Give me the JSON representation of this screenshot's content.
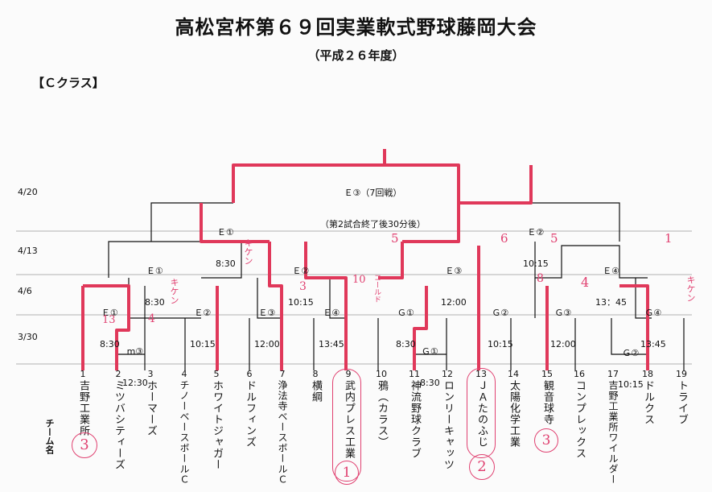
{
  "header": {
    "title": "高松宮杯第６９回実業軟式野球藤岡大会",
    "subtitle": "（平成２６年度）",
    "class_label": "【Ｃクラス】"
  },
  "dates": [
    "4/20",
    "4/13",
    "4/6",
    "3/30"
  ],
  "team_header": "チーム名",
  "teams": [
    {
      "no": "1",
      "name": "吉野工業所"
    },
    {
      "no": "2",
      "name": "ミツバシティーズ"
    },
    {
      "no": "3",
      "name": "ホーマーズ"
    },
    {
      "no": "4",
      "name": "チノーベースボールＣ"
    },
    {
      "no": "5",
      "name": "ホワイトジャガー"
    },
    {
      "no": "6",
      "name": "ドルフィンズ"
    },
    {
      "no": "7",
      "name": "浄法寺ベースボールＣ"
    },
    {
      "no": "8",
      "name": "横綱"
    },
    {
      "no": "9",
      "name": "武内プレス工業"
    },
    {
      "no": "10",
      "name": "鴉（カラス）"
    },
    {
      "no": "11",
      "name": "神流野球クラブ"
    },
    {
      "no": "12",
      "name": "ロンリーキャッツ"
    },
    {
      "no": "13",
      "name": "ＪＡたのふじ"
    },
    {
      "no": "14",
      "name": "太陽化学工業"
    },
    {
      "no": "15",
      "name": "観音球寺"
    },
    {
      "no": "16",
      "name": "コンプレックス"
    },
    {
      "no": "17",
      "name": "吉野工業所ワイルダー"
    },
    {
      "no": "18",
      "name": "ドルクス"
    },
    {
      "no": "19",
      "name": "トライブ"
    }
  ],
  "matches": {
    "final": {
      "code": "Ｅ③（7回戦）",
      "note": "（第2試合終了後30分後）"
    },
    "semi_left": {
      "code": "Ｅ①",
      "time": "8:30"
    },
    "semi_right": {
      "code": "Ｅ②",
      "time": "10:15"
    },
    "qf1": {
      "code": "Ｅ①",
      "time": "8:30"
    },
    "qf2": {
      "code": "Ｅ②",
      "time": "10:15"
    },
    "qf3": {
      "code": "Ｅ③",
      "time": "12:00"
    },
    "qf4": {
      "code": "Ｅ④",
      "time": "13：45"
    },
    "r16a": {
      "code": "Ｅ①",
      "time": "8:30"
    },
    "r16b": {
      "code": "Ｅ②",
      "time": "10:15"
    },
    "r16c": {
      "code": "Ｅ③",
      "time": "12:00"
    },
    "r16d": {
      "code": "Ｅ④",
      "time": "13:45"
    },
    "r16e": {
      "code": "Ｇ①",
      "time": "8:30"
    },
    "r16f": {
      "code": "Ｇ②",
      "time": "10:15"
    },
    "r16g": {
      "code": "Ｇ③",
      "time": "12:00"
    },
    "r16h": {
      "code": "Ｇ④",
      "time": "13:45"
    },
    "pre1": {
      "code": "m③",
      "time": "12:30"
    },
    "pre2": {
      "code": "Ｇ①",
      "time": "8:30"
    },
    "pre3": {
      "code": "Ｇ②",
      "time": "10:15"
    }
  },
  "handwritten": {
    "scores": [
      "13",
      "4",
      "キケン",
      "キケン",
      "3",
      "10",
      "コールド",
      "5",
      "6",
      "5",
      "1",
      "8",
      "4",
      "キケン"
    ],
    "ranks": [
      "3",
      "1",
      "2",
      "3"
    ]
  },
  "colors": {
    "bracket": "#111111",
    "winner": "#e0385a",
    "ink": "#e04070"
  }
}
